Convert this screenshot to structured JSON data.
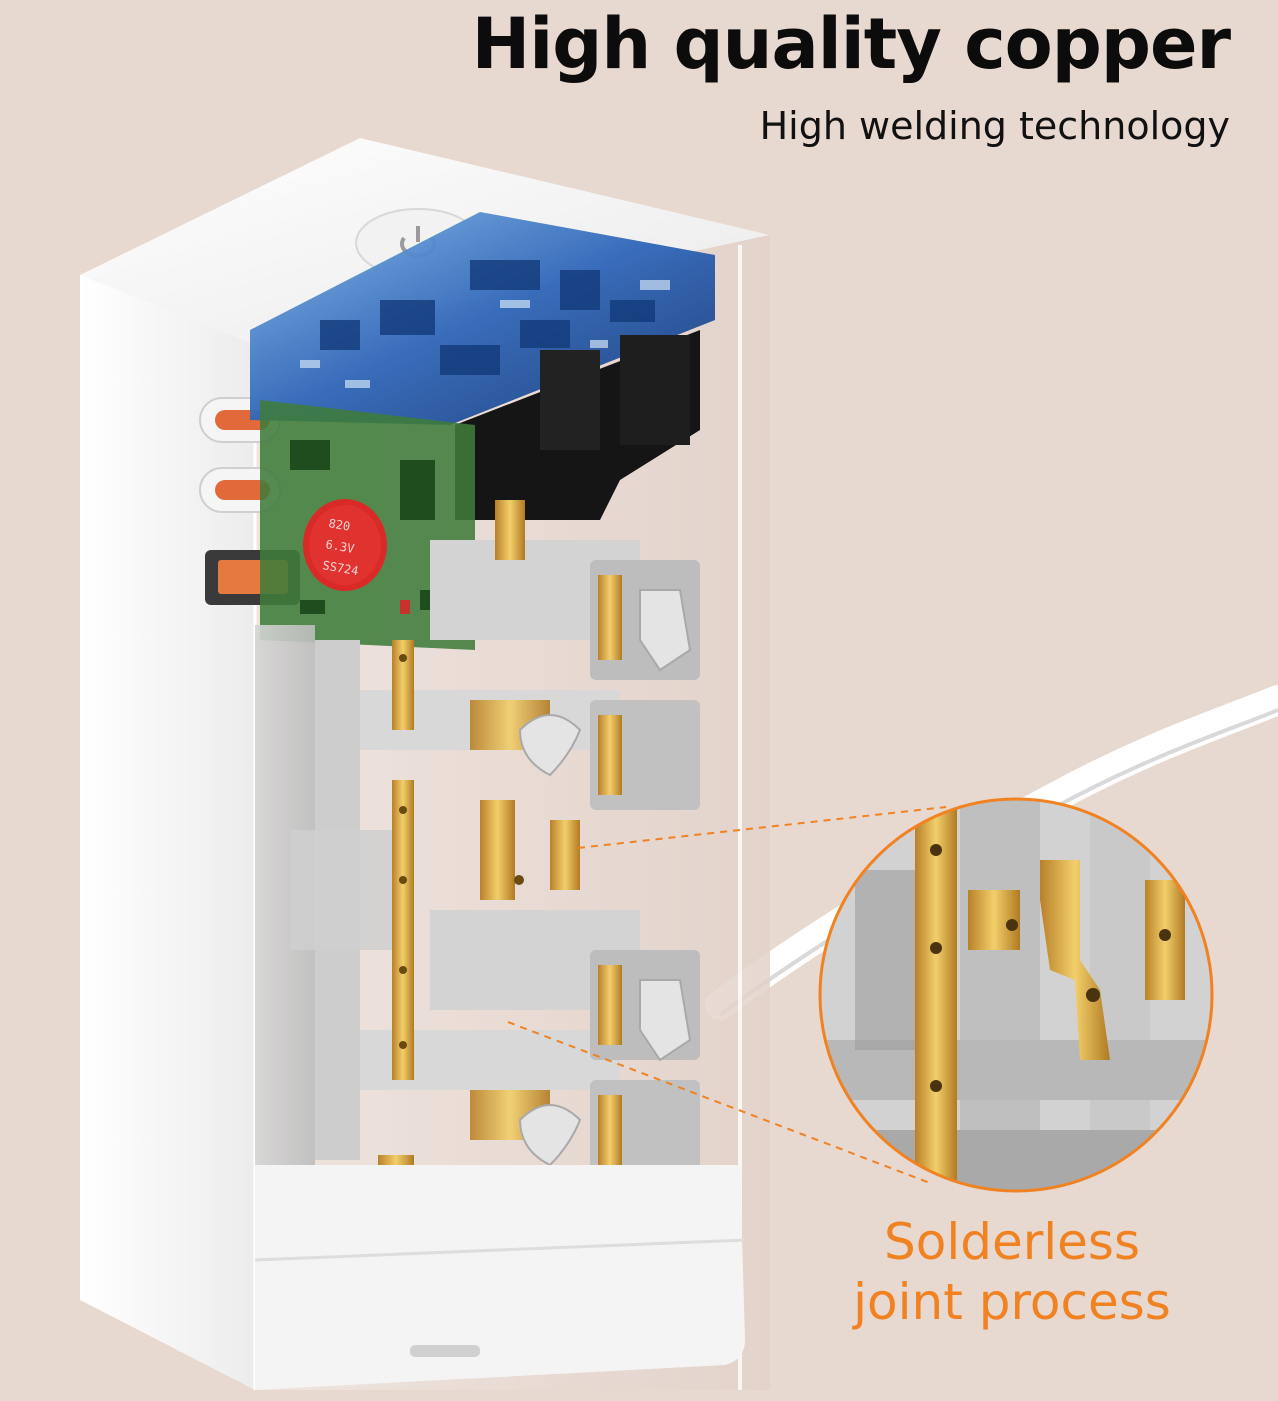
{
  "headline": "High quality copper",
  "subheadline": "High welding technology",
  "callout": {
    "line1": "Solderless",
    "line2": "joint process"
  },
  "capacitor": {
    "line1": "820",
    "line2": "6.3V",
    "line3": "SS724"
  },
  "colors": {
    "background": "#e7d8d0",
    "accent_orange": "#f08222",
    "copper": "#d8a640",
    "pcb_blue": "#2a5db0",
    "pcb_green": "#3f7c3a"
  }
}
